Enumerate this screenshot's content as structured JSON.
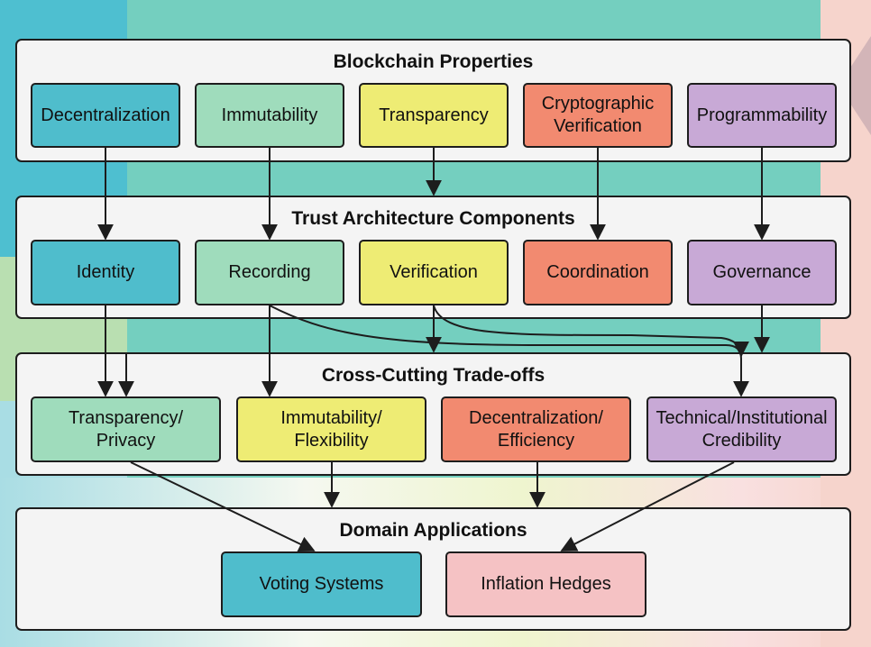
{
  "diagram": {
    "layers": [
      {
        "id": "properties",
        "title": "Blockchain Properties",
        "nodes": [
          {
            "id": "decentralization",
            "label": "Decentralization",
            "color": "#4fbdcc"
          },
          {
            "id": "immutability",
            "label": "Immutability",
            "color": "#9fdcbc"
          },
          {
            "id": "transparency",
            "label": "Transparency",
            "color": "#eeec74"
          },
          {
            "id": "crypto-verification",
            "label": "Cryptographic\nVerification",
            "color": "#f28a70"
          },
          {
            "id": "programmability",
            "label": "Programmability",
            "color": "#c8a9d6"
          }
        ]
      },
      {
        "id": "trust",
        "title": "Trust Architecture Components",
        "nodes": [
          {
            "id": "identity",
            "label": "Identity",
            "color": "#4fbdcc"
          },
          {
            "id": "recording",
            "label": "Recording",
            "color": "#9fdcbc"
          },
          {
            "id": "verification",
            "label": "Verification",
            "color": "#eeec74"
          },
          {
            "id": "coordination",
            "label": "Coordination",
            "color": "#f28a70"
          },
          {
            "id": "governance",
            "label": "Governance",
            "color": "#c8a9d6"
          }
        ]
      },
      {
        "id": "tradeoffs",
        "title": "Cross-Cutting Trade-offs",
        "nodes": [
          {
            "id": "transparency-privacy",
            "label": "Transparency/\nPrivacy",
            "color": "#9fdcbc"
          },
          {
            "id": "immutability-flexibility",
            "label": "Immutability/\nFlexibility",
            "color": "#eeec74"
          },
          {
            "id": "decentralization-efficiency",
            "label": "Decentralization/\nEfficiency",
            "color": "#f28a70"
          },
          {
            "id": "technical-institutional",
            "label": "Technical/Institutional\nCredibility",
            "color": "#c8a9d6"
          }
        ]
      },
      {
        "id": "applications",
        "title": "Domain Applications",
        "nodes": [
          {
            "id": "voting-systems",
            "label": "Voting Systems",
            "color": "#4fbdcc"
          },
          {
            "id": "inflation-hedges",
            "label": "Inflation Hedges",
            "color": "#f5c2c4"
          }
        ]
      }
    ],
    "edges": [
      {
        "from": "decentralization",
        "to": "identity"
      },
      {
        "from": "immutability",
        "to": "recording"
      },
      {
        "from": "transparency",
        "to": "trust-layer"
      },
      {
        "from": "crypto-verification",
        "to": "coordination"
      },
      {
        "from": "programmability",
        "to": "governance"
      },
      {
        "from": "identity",
        "to": "transparency-privacy"
      },
      {
        "from": "identity",
        "to": "transparency-privacy"
      },
      {
        "from": "recording",
        "to": "immutability-flexibility"
      },
      {
        "from": "recording",
        "to": "technical-institutional"
      },
      {
        "from": "verification",
        "to": "tradeoffs-layer"
      },
      {
        "from": "verification",
        "to": "technical-institutional"
      },
      {
        "from": "governance",
        "to": "tradeoffs-layer"
      },
      {
        "from": "transparency-privacy",
        "to": "voting-systems"
      },
      {
        "from": "immutability-flexibility",
        "to": "applications-layer"
      },
      {
        "from": "decentralization-efficiency",
        "to": "applications-layer"
      },
      {
        "from": "technical-institutional",
        "to": "inflation-hedges"
      }
    ],
    "edge_color": "#1d1d1d"
  }
}
